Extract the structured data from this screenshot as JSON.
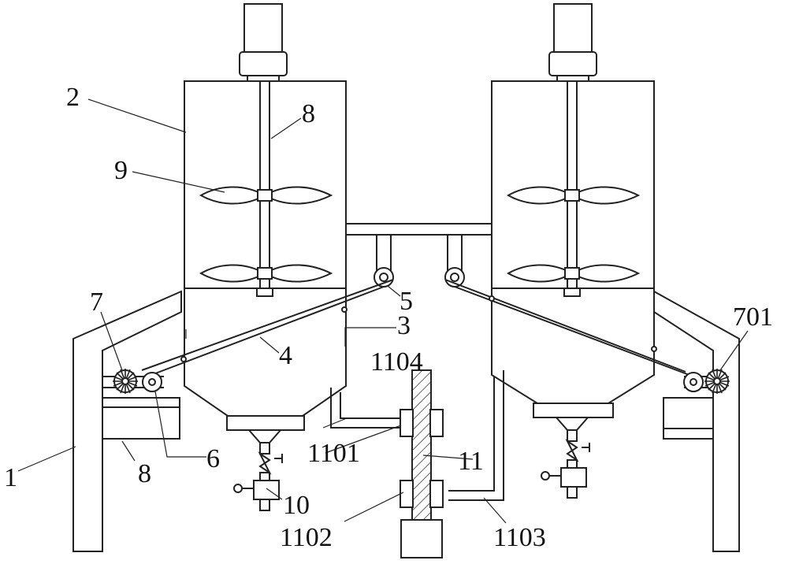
{
  "labels": {
    "l1": "1",
    "l2": "2",
    "l3": "3",
    "l4": "4",
    "l5": "5",
    "l6": "6",
    "l7": "7",
    "l701": "701",
    "l8a": "8",
    "l8b": "8",
    "l9": "9",
    "l10": "10",
    "l11": "11",
    "l1101": "1101",
    "l1102": "1102",
    "l1103": "1103",
    "l1104": "1104"
  },
  "colors": {
    "line": "#222222",
    "background": "#ffffff"
  }
}
